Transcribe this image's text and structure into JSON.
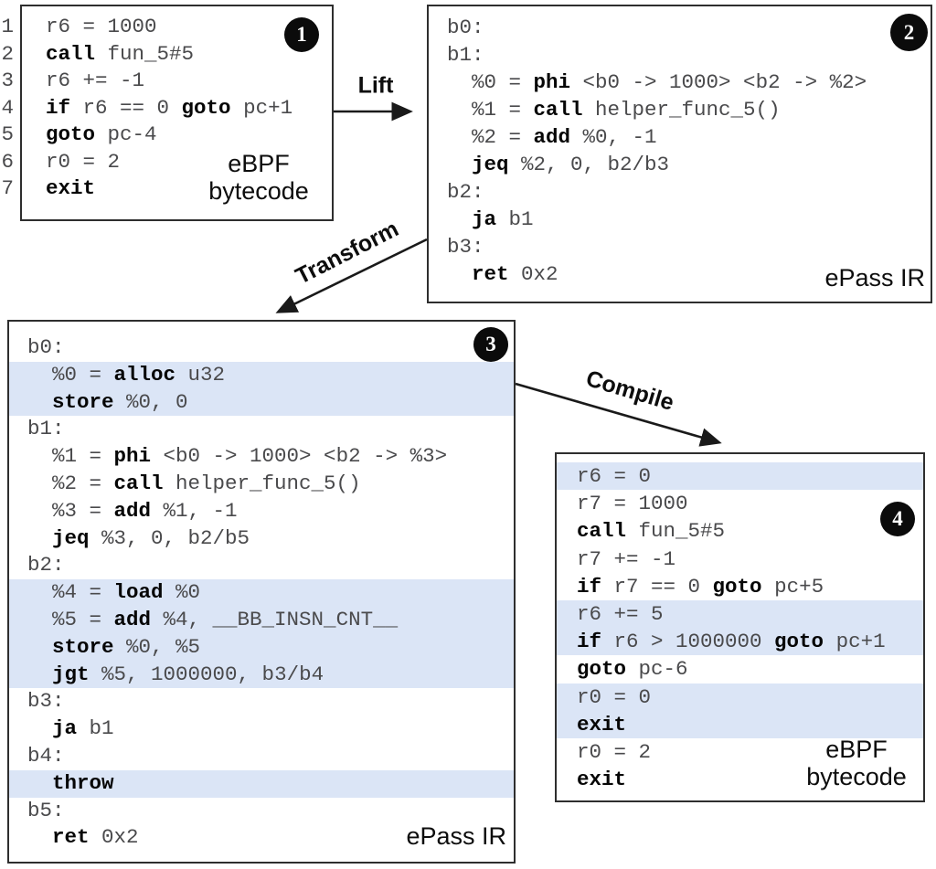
{
  "colors": {
    "highlight": "#dbe5f6",
    "code_text": "#4a4a4c",
    "keyword_text": "#060606",
    "box_border": "#2e2e2e",
    "arrow": "#1a1a1a",
    "badge_bg": "#0b0b0b",
    "badge_text": "#ffffff"
  },
  "arrows": {
    "lift": "Lift",
    "transform": "Transform",
    "compile": "Compile"
  },
  "gutter": [
    "1",
    "2",
    "3",
    "4",
    "5",
    "6",
    "7"
  ],
  "boxes": [
    {
      "key": "box1",
      "badge": "1",
      "footer": "eBPF\nbytecode",
      "footer_single": false,
      "lines": [
        {
          "hl": false,
          "segs": [
            [
              "r6 = 1000",
              0
            ]
          ]
        },
        {
          "hl": false,
          "segs": [
            [
              "call",
              1
            ],
            [
              " fun_5#5",
              0
            ]
          ]
        },
        {
          "hl": false,
          "segs": [
            [
              "r6 += -1",
              0
            ]
          ]
        },
        {
          "hl": false,
          "segs": [
            [
              "if",
              1
            ],
            [
              " r6 == 0 ",
              0
            ],
            [
              "goto",
              1
            ],
            [
              " pc+1",
              0
            ]
          ]
        },
        {
          "hl": false,
          "segs": [
            [
              "goto",
              1
            ],
            [
              " pc-4",
              0
            ]
          ]
        },
        {
          "hl": false,
          "segs": [
            [
              "r0 = 2",
              0
            ]
          ]
        },
        {
          "hl": false,
          "segs": [
            [
              "exit",
              1
            ]
          ]
        }
      ]
    },
    {
      "key": "box2",
      "badge": "2",
      "footer": "ePass IR",
      "footer_single": true,
      "lines": [
        {
          "hl": false,
          "segs": [
            [
              "b0:",
              0
            ]
          ]
        },
        {
          "hl": false,
          "segs": [
            [
              "b1:",
              0
            ]
          ]
        },
        {
          "hl": false,
          "segs": [
            [
              "  %0 = ",
              0
            ],
            [
              "phi",
              1
            ],
            [
              " <b0 -> 1000> <b2 -> %2>",
              0
            ]
          ]
        },
        {
          "hl": false,
          "segs": [
            [
              "  %1 = ",
              0
            ],
            [
              "call",
              1
            ],
            [
              " helper_func_5()",
              0
            ]
          ]
        },
        {
          "hl": false,
          "segs": [
            [
              "  %2 = ",
              0
            ],
            [
              "add",
              1
            ],
            [
              " %0, -1",
              0
            ]
          ]
        },
        {
          "hl": false,
          "segs": [
            [
              "  ",
              0
            ],
            [
              "jeq",
              1
            ],
            [
              " %2, 0, b2/b3",
              0
            ]
          ]
        },
        {
          "hl": false,
          "segs": [
            [
              "b2:",
              0
            ]
          ]
        },
        {
          "hl": false,
          "segs": [
            [
              "  ",
              0
            ],
            [
              "ja",
              1
            ],
            [
              " b1",
              0
            ]
          ]
        },
        {
          "hl": false,
          "segs": [
            [
              "b3:",
              0
            ]
          ]
        },
        {
          "hl": false,
          "segs": [
            [
              "  ",
              0
            ],
            [
              "ret",
              1
            ],
            [
              " 0x2",
              0
            ]
          ]
        }
      ]
    },
    {
      "key": "box3",
      "badge": "3",
      "footer": "ePass IR",
      "footer_single": true,
      "lines": [
        {
          "hl": false,
          "segs": [
            [
              "b0:",
              0
            ]
          ]
        },
        {
          "hl": true,
          "segs": [
            [
              "  %0 = ",
              0
            ],
            [
              "alloc",
              1
            ],
            [
              " u32",
              0
            ]
          ]
        },
        {
          "hl": true,
          "segs": [
            [
              "  ",
              0
            ],
            [
              "store",
              1
            ],
            [
              " %0, 0",
              0
            ]
          ]
        },
        {
          "hl": false,
          "segs": [
            [
              "b1:",
              0
            ]
          ]
        },
        {
          "hl": false,
          "segs": [
            [
              "  %1 = ",
              0
            ],
            [
              "phi",
              1
            ],
            [
              " <b0 -> 1000> <b2 -> %3>",
              0
            ]
          ]
        },
        {
          "hl": false,
          "segs": [
            [
              "  %2 = ",
              0
            ],
            [
              "call",
              1
            ],
            [
              " helper_func_5()",
              0
            ]
          ]
        },
        {
          "hl": false,
          "segs": [
            [
              "  %3 = ",
              0
            ],
            [
              "add",
              1
            ],
            [
              " %1, -1",
              0
            ]
          ]
        },
        {
          "hl": false,
          "segs": [
            [
              "  ",
              0
            ],
            [
              "jeq",
              1
            ],
            [
              " %3, 0, b2/b5",
              0
            ]
          ]
        },
        {
          "hl": false,
          "segs": [
            [
              "b2:",
              0
            ]
          ]
        },
        {
          "hl": true,
          "segs": [
            [
              "  %4 = ",
              0
            ],
            [
              "load",
              1
            ],
            [
              " %0",
              0
            ]
          ]
        },
        {
          "hl": true,
          "segs": [
            [
              "  %5 = ",
              0
            ],
            [
              "add",
              1
            ],
            [
              " %4, __BB_INSN_CNT__",
              0
            ]
          ]
        },
        {
          "hl": true,
          "segs": [
            [
              "  ",
              0
            ],
            [
              "store",
              1
            ],
            [
              " %0, %5",
              0
            ]
          ]
        },
        {
          "hl": true,
          "segs": [
            [
              "  ",
              0
            ],
            [
              "jgt",
              1
            ],
            [
              " %5, 1000000, b3/b4",
              0
            ]
          ]
        },
        {
          "hl": false,
          "segs": [
            [
              "b3:",
              0
            ]
          ]
        },
        {
          "hl": false,
          "segs": [
            [
              "  ",
              0
            ],
            [
              "ja",
              1
            ],
            [
              " b1",
              0
            ]
          ]
        },
        {
          "hl": false,
          "segs": [
            [
              "b4:",
              0
            ]
          ]
        },
        {
          "hl": true,
          "segs": [
            [
              "  ",
              0
            ],
            [
              "throw",
              1
            ]
          ]
        },
        {
          "hl": false,
          "segs": [
            [
              "b5:",
              0
            ]
          ]
        },
        {
          "hl": false,
          "segs": [
            [
              "  ",
              0
            ],
            [
              "ret",
              1
            ],
            [
              " 0x2",
              0
            ]
          ]
        }
      ]
    },
    {
      "key": "box4",
      "badge": "4",
      "footer": "eBPF\nbytecode",
      "footer_single": false,
      "lines": [
        {
          "hl": true,
          "segs": [
            [
              "r6 = 0",
              0
            ]
          ]
        },
        {
          "hl": false,
          "segs": [
            [
              "r7 = 1000",
              0
            ]
          ]
        },
        {
          "hl": false,
          "segs": [
            [
              "call",
              1
            ],
            [
              " fun_5#5",
              0
            ]
          ]
        },
        {
          "hl": false,
          "segs": [
            [
              "r7 += -1",
              0
            ]
          ]
        },
        {
          "hl": false,
          "segs": [
            [
              "if",
              1
            ],
            [
              " r7 == 0 ",
              0
            ],
            [
              "goto",
              1
            ],
            [
              " pc+5",
              0
            ]
          ]
        },
        {
          "hl": true,
          "segs": [
            [
              "r6 += 5",
              0
            ]
          ]
        },
        {
          "hl": true,
          "segs": [
            [
              "if",
              1
            ],
            [
              " r6 > 1000000 ",
              0
            ],
            [
              "goto",
              1
            ],
            [
              " pc+1",
              0
            ]
          ]
        },
        {
          "hl": false,
          "segs": [
            [
              "goto",
              1
            ],
            [
              " pc-6",
              0
            ]
          ]
        },
        {
          "hl": true,
          "segs": [
            [
              "r0 = 0",
              0
            ]
          ]
        },
        {
          "hl": true,
          "segs": [
            [
              "exit",
              1
            ]
          ]
        },
        {
          "hl": false,
          "segs": [
            [
              "r0 = 2",
              0
            ]
          ]
        },
        {
          "hl": false,
          "segs": [
            [
              "exit",
              1
            ]
          ]
        }
      ]
    }
  ]
}
